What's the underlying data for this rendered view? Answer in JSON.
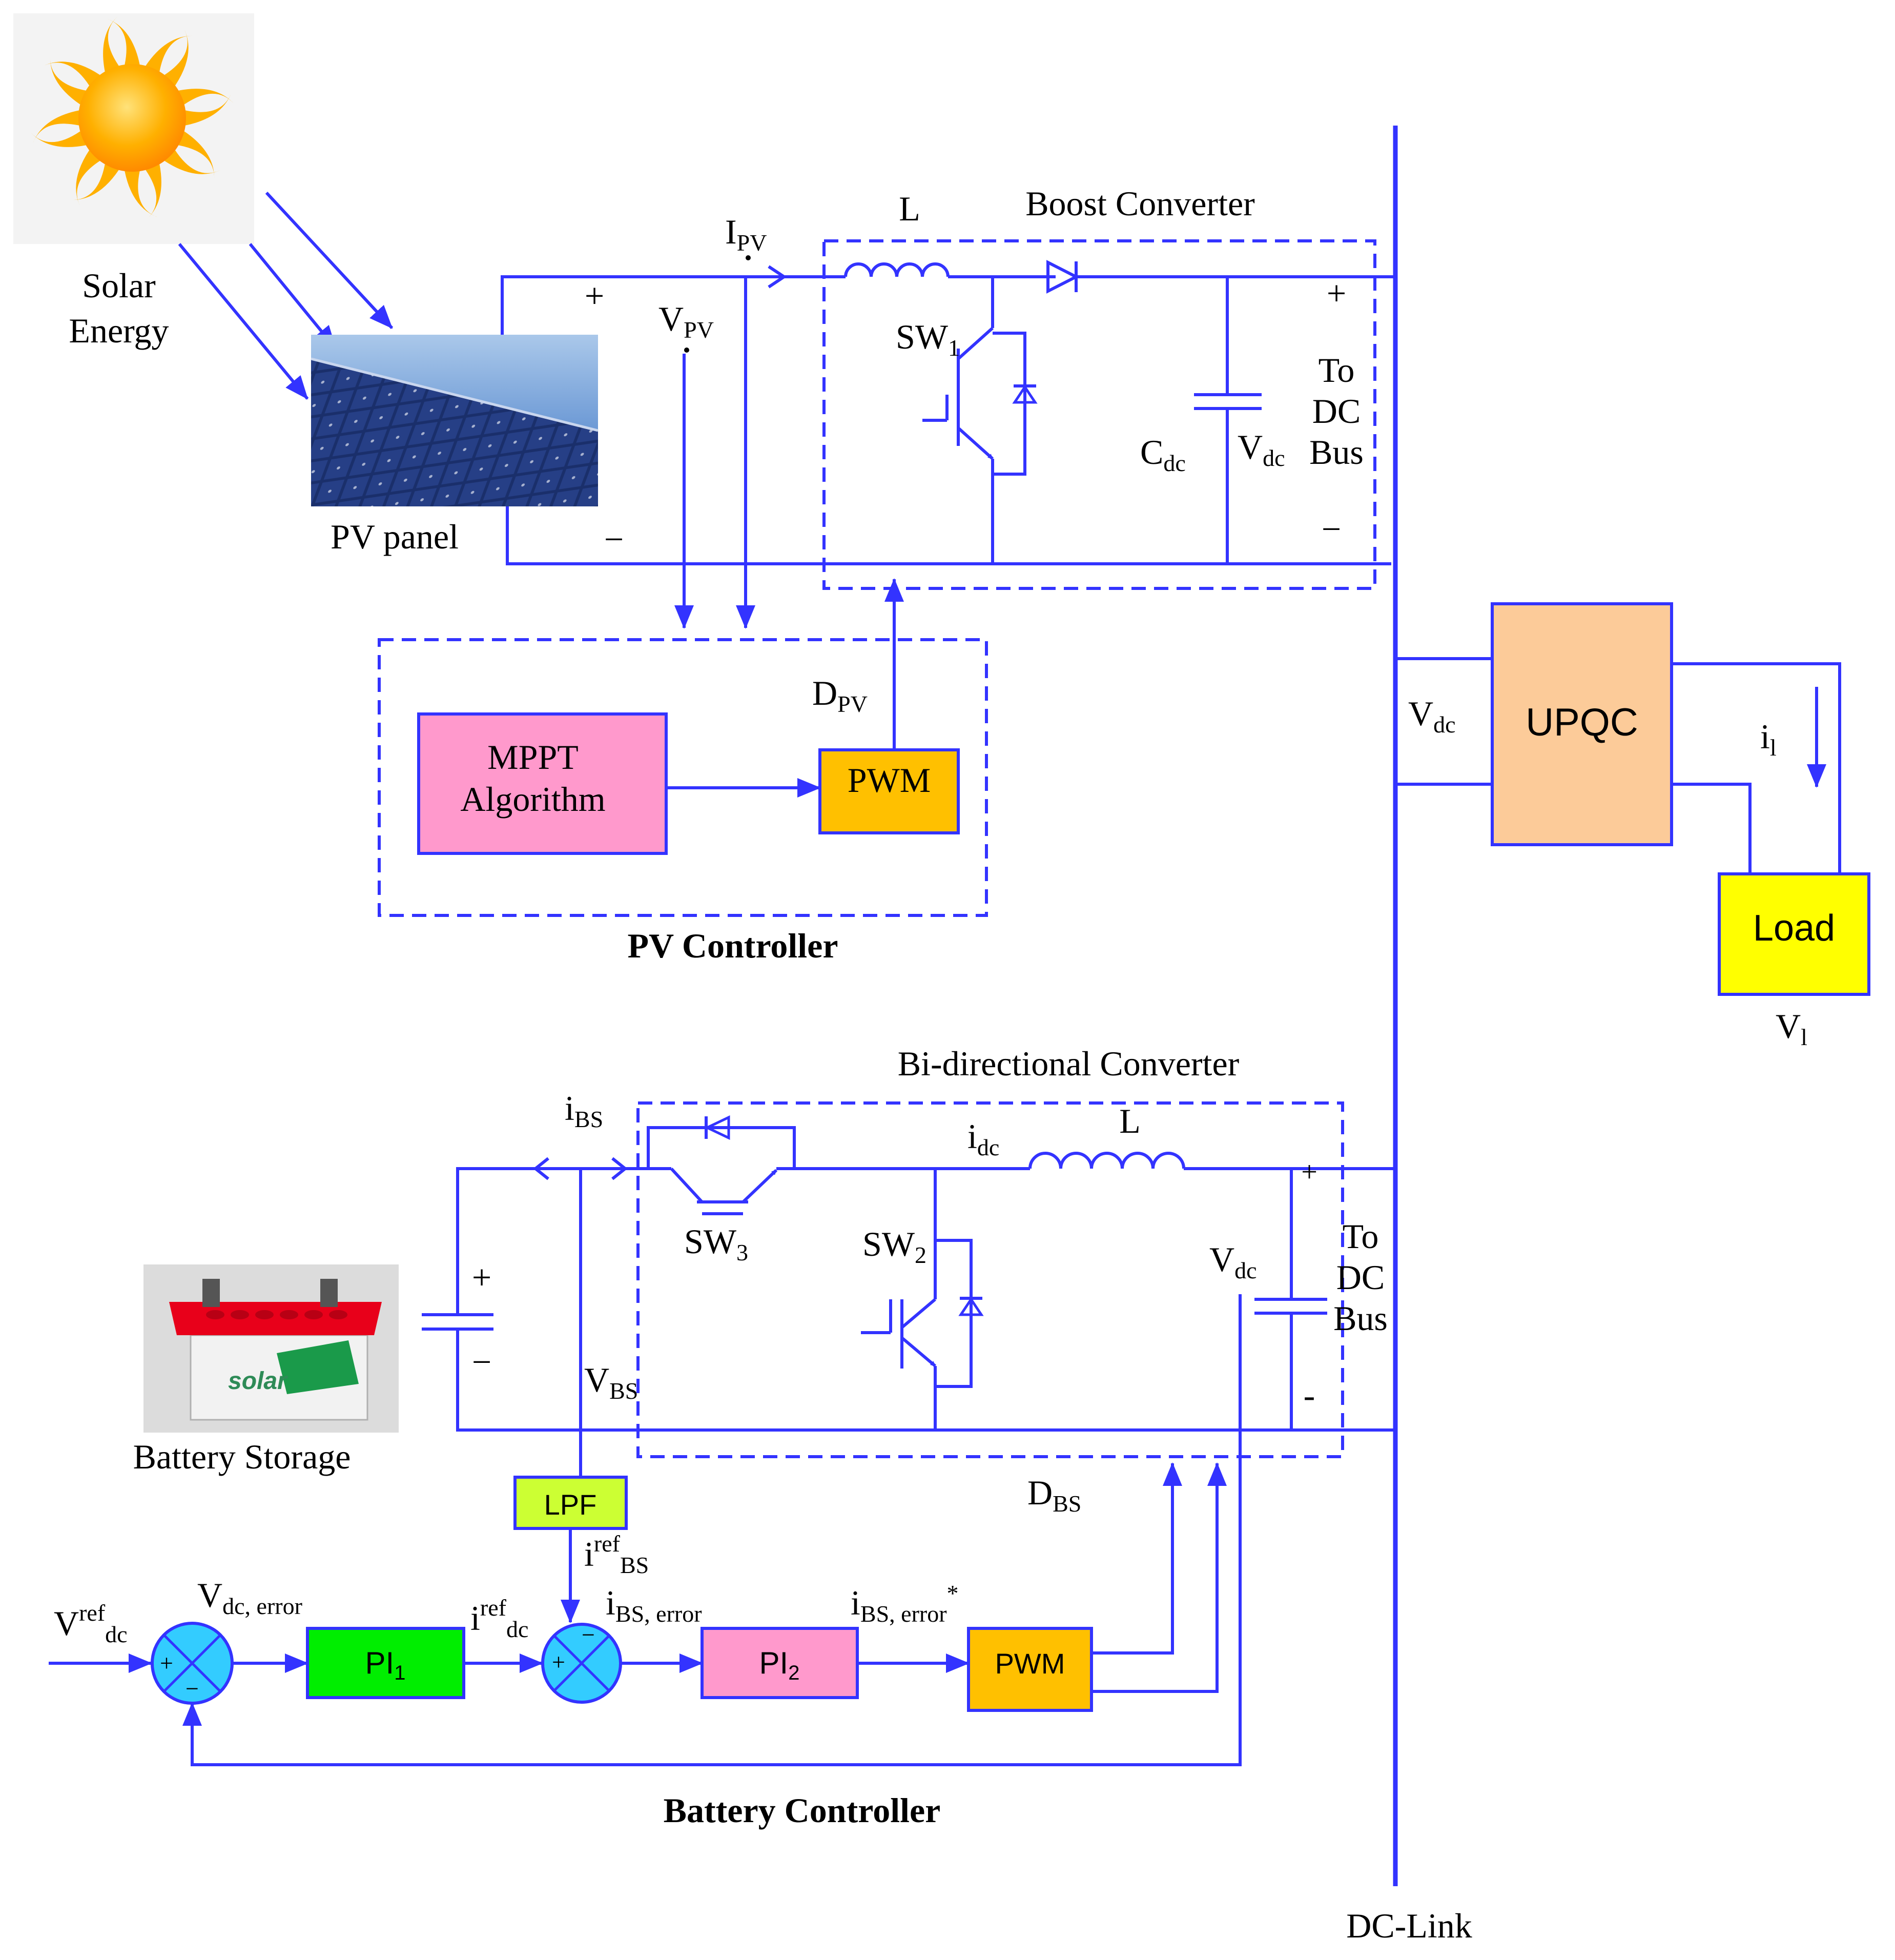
{
  "labels": {
    "solar_energy_line1": "Solar",
    "solar_energy_line2": "Energy",
    "pv_panel": "PV panel",
    "i_pv_main": "I",
    "i_pv_sub": "PV",
    "v_pv_main": "V",
    "v_pv_sub": "PV",
    "plus": "+",
    "minus": "−",
    "minus_short": "-",
    "inductor_L": "L",
    "boost_converter": "Boost Converter",
    "sw1_main": "SW",
    "sw1_sub": "1",
    "cdc_main": "C",
    "cdc_sub": "dc",
    "vdc_main": "V",
    "vdc_sub": "dc",
    "to": "To",
    "dc": "DC",
    "bus": "Bus",
    "dpv_main": "D",
    "dpv_sub": "PV",
    "mppt_line1": "MPPT",
    "mppt_line2": "Algorithm",
    "pwm": "PWM",
    "pv_controller": "PV Controller",
    "upqc": "UPQC",
    "il_main": "i",
    "il_sub": "l",
    "load": "Load",
    "vl_main": "V",
    "vl_sub": "l",
    "bidirectional_converter": "Bi-directional Converter",
    "ibs_main": "i",
    "ibs_sub": "BS",
    "idc_main": "i",
    "idc_sub": "dc",
    "sw3_main": "SW",
    "sw3_sub": "3",
    "sw2_main": "SW",
    "sw2_sub": "2",
    "vbs_main": "V",
    "vbs_sub": "BS",
    "battery_storage": "Battery Storage",
    "lpf": "LPF",
    "dbs_main": "D",
    "dbs_sub": "BS",
    "iref_bs_main": "i",
    "iref_bs_sup": "ref",
    "iref_bs_sub": "BS",
    "vref_main": "V",
    "vref_sup": "ref",
    "vref_sub": "dc",
    "vdc_error_main": "V",
    "vdc_error_sub": "dc,  error",
    "pi1_main": "PI",
    "pi1_sub": "1",
    "iref_dc_main": "i",
    "iref_dc_sup": "ref",
    "iref_dc_sub": "dc",
    "ibs_error_main": "i",
    "ibs_error_sub": "BS, error",
    "pi2_main": "PI",
    "pi2_sub": "2",
    "ibs_error_star_main": "i",
    "ibs_error_star_sub": "BS, error",
    "star": "*",
    "battery_controller": "Battery Controller",
    "dc_link": "DC-Link",
    "battery_brand": "solar"
  },
  "colors": {
    "wire": "#3333ff",
    "mppt_block": "#ff99cc",
    "pwm_block": "#ffc000",
    "upqc_block": "#fccb99",
    "load_block": "#ffff00",
    "lpf_block": "#ccff33",
    "pi1_block": "#00ee00",
    "pi2_block": "#ff99cc",
    "summer": "#33ccff",
    "sun": "#ffb000"
  },
  "icons": {
    "sun": "sun-icon",
    "pv_panel": "solar-panel-image",
    "battery": "battery-image"
  }
}
